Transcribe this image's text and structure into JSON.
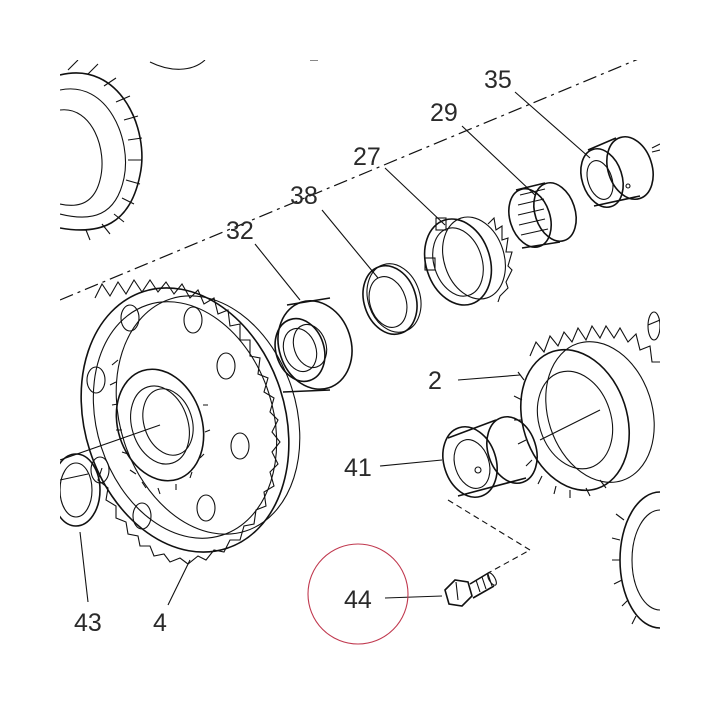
{
  "diagram": {
    "callouts": [
      {
        "id": "c35",
        "label": "35"
      },
      {
        "id": "c29",
        "label": "29"
      },
      {
        "id": "c27",
        "label": "27"
      },
      {
        "id": "c38",
        "label": "38"
      },
      {
        "id": "c32",
        "label": "32"
      },
      {
        "id": "c2",
        "label": "2"
      },
      {
        "id": "c41",
        "label": "41"
      },
      {
        "id": "c44",
        "label": "44"
      },
      {
        "id": "c43",
        "label": "43"
      },
      {
        "id": "c4",
        "label": "4"
      }
    ],
    "highlight": {
      "target": "44",
      "color": "#c0394f"
    },
    "line_color": "#111111"
  }
}
